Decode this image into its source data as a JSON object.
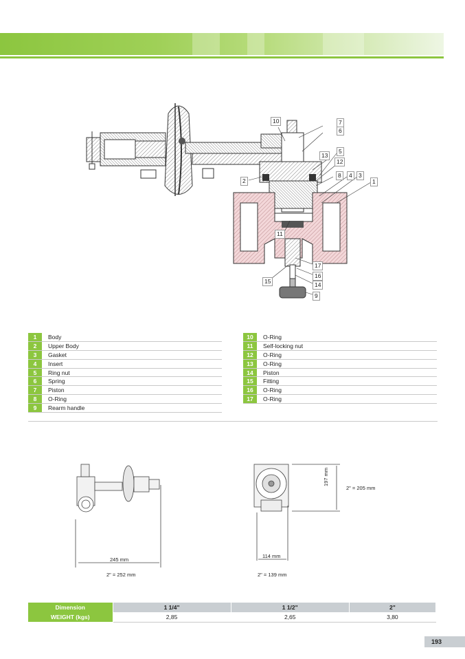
{
  "callouts": [
    {
      "label": "10"
    },
    {
      "label": "7"
    },
    {
      "label": "6"
    },
    {
      "label": "13"
    },
    {
      "label": "5"
    },
    {
      "label": "12"
    },
    {
      "label": "8"
    },
    {
      "label": "4"
    },
    {
      "label": "3"
    },
    {
      "label": "1"
    },
    {
      "label": "2"
    },
    {
      "label": "11"
    },
    {
      "label": "17"
    },
    {
      "label": "16"
    },
    {
      "label": "15"
    },
    {
      "label": "14"
    },
    {
      "label": "9"
    }
  ],
  "parts_left": [
    {
      "num": "1",
      "name": "Body"
    },
    {
      "num": "2",
      "name": "Upper Body"
    },
    {
      "num": "3",
      "name": "Gasket"
    },
    {
      "num": "4",
      "name": "Insert"
    },
    {
      "num": "5",
      "name": "Ring nut"
    },
    {
      "num": "6",
      "name": "Spring"
    },
    {
      "num": "7",
      "name": "Piston"
    },
    {
      "num": "8",
      "name": "O-Ring"
    },
    {
      "num": "9",
      "name": "Rearm handle"
    }
  ],
  "parts_right": [
    {
      "num": "10",
      "name": "O-Ring"
    },
    {
      "num": "11",
      "name": "Self-locking nut"
    },
    {
      "num": "12",
      "name": "O-Ring"
    },
    {
      "num": "13",
      "name": "O-Ring"
    },
    {
      "num": "14",
      "name": "Piston"
    },
    {
      "num": "15",
      "name": "Fitting"
    },
    {
      "num": "16",
      "name": "O-Ring"
    },
    {
      "num": "17",
      "name": "O-Ring"
    }
  ],
  "dimensions": {
    "width_1": "245 mm",
    "width_2": "2\" = 252 mm",
    "depth_1": "114 mm",
    "depth_2": "2\" = 139 mm",
    "height_1": "197 mm",
    "height_2": "2\" = 205 mm"
  },
  "weight_table": {
    "header_label": "Dimension",
    "row_label": "WEIGHT (kgs)",
    "sizes": [
      "1 1/4\"",
      "1 1/2\"",
      "2\""
    ],
    "weights": [
      "2,85",
      "2,65",
      "3,80"
    ]
  },
  "page_number": "193",
  "colors": {
    "accent": "#8cc63f",
    "table_header": "#c9ced2"
  }
}
